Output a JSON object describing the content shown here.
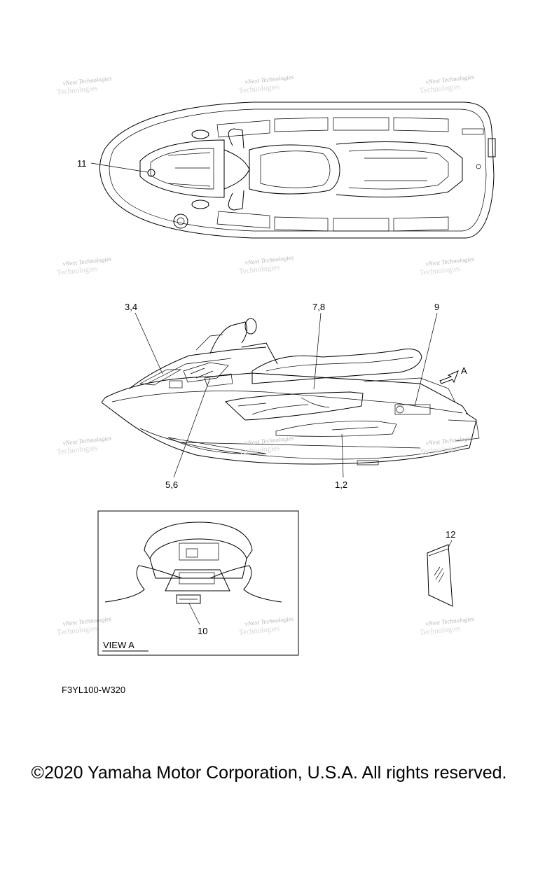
{
  "callouts": {
    "c11": "11",
    "c34": "3,4",
    "c78": "7,8",
    "c9": "9",
    "cA": "A",
    "c56": "5,6",
    "c12": "1,2",
    "c10": "10",
    "c12b": "12"
  },
  "view_label": "VIEW A",
  "watermark": {
    "line1": "vNext Technologies",
    "line2": "Technologies"
  },
  "part_code": "F3YL100-W320",
  "copyright": "©2020 Yamaha Motor Corporation, U.S.A. All rights reserved."
}
